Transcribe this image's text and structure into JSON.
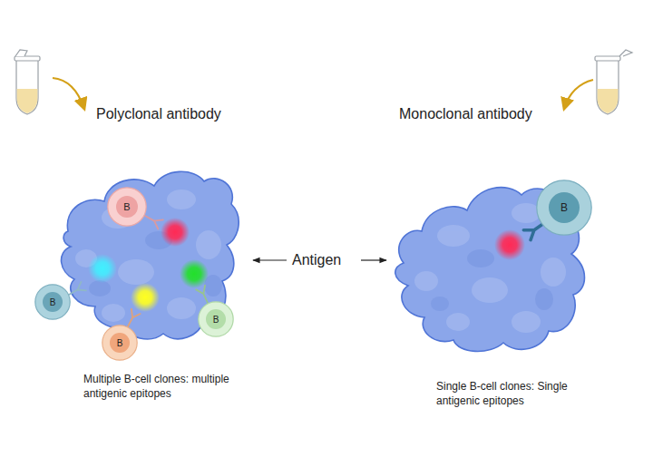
{
  "diagram": {
    "nodes": [
      {
        "text": [
          "B"
        ]
      },
      {
        "text": [
          "B"
        ]
      },
      {
        "text": [
          "B"
        ]
      },
      {
        "text": [
          "B"
        ]
      },
      {
        "text": [
          "B"
        ]
      }
    ],
    "labels": [
      "Polyclonal antibody",
      "Monoclonal antibody",
      "Antigen",
      "Multiple B-cell clones: multiple antigenic epitopes",
      "Single B-cell clones: Single antigenic epitopes"
    ]
  }
}
